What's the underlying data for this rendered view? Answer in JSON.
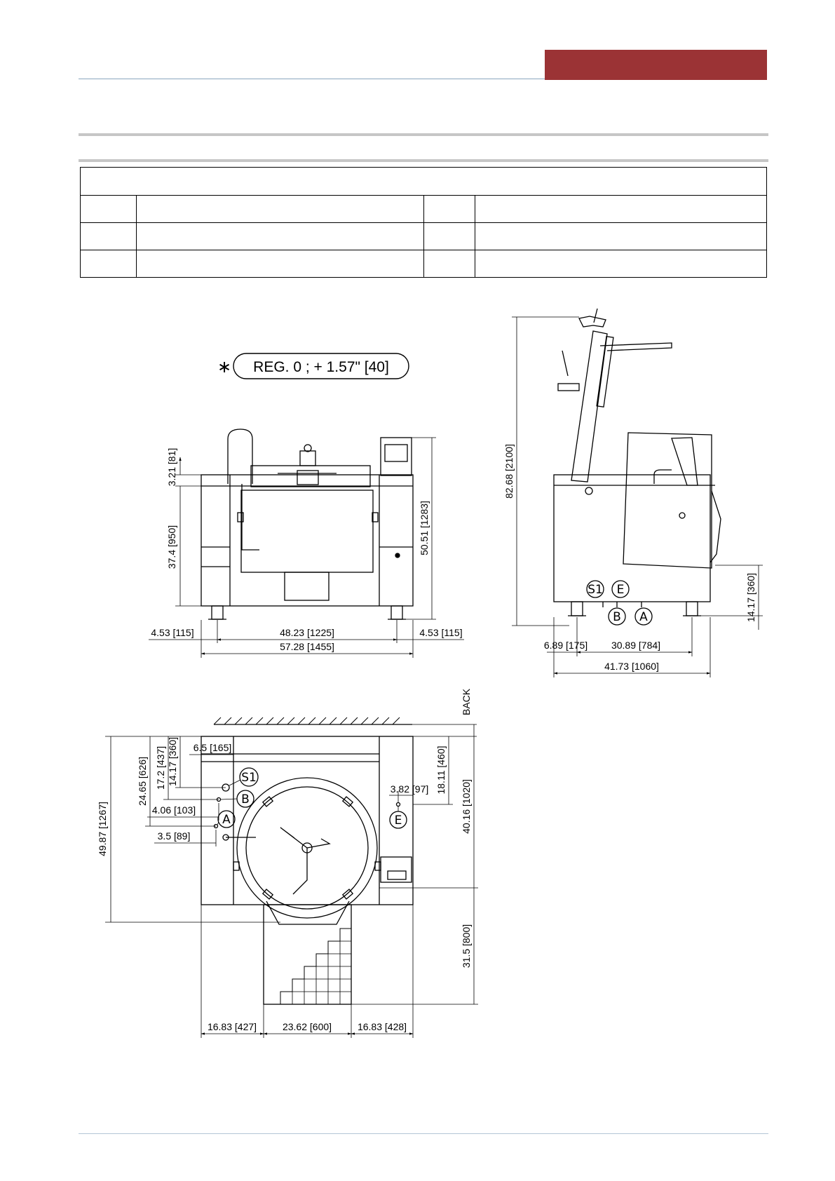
{
  "note": {
    "star": "∗",
    "text": "REG. 0 ; + 1.57\" [40]"
  },
  "front": {
    "d_top": "3.21 [81]",
    "d_body": "37.4 [950]",
    "d_height": "50.51 [1283]",
    "d_left": "4.53 [115]",
    "d_mid": "48.23 [1225]",
    "d_right": "4.53 [115]",
    "d_total": "57.28 [1455]"
  },
  "side": {
    "d_height": "82.68 [2100]",
    "d_low": "14.17 [360]",
    "d_a": "6.89 [175]",
    "d_b": "30.89 [784]",
    "d_total": "41.73 [1060]",
    "labels": {
      "s1": "S1",
      "e": "E",
      "b": "B",
      "a": "A"
    }
  },
  "plan": {
    "back": "BACK",
    "d_165": "6.5 [165]",
    "d_360": "14.17 [360]",
    "d_437": "17.2 [437]",
    "d_626": "24.65 [626]",
    "d_103": "4.06 [103]",
    "d_89": "3.5 [89]",
    "d_1267": "49.87 [1267]",
    "d_97": "3.82 [97]",
    "d_460": "18.11 [460]",
    "d_1020": "40.16 [1020]",
    "d_800": "31.5 [800]",
    "d_427": "16.83 [427]",
    "d_600": "23.62 [600]",
    "d_428": "16.83 [428]",
    "labels": {
      "s1": "S1",
      "b": "B",
      "a": "A",
      "e": "E"
    }
  }
}
